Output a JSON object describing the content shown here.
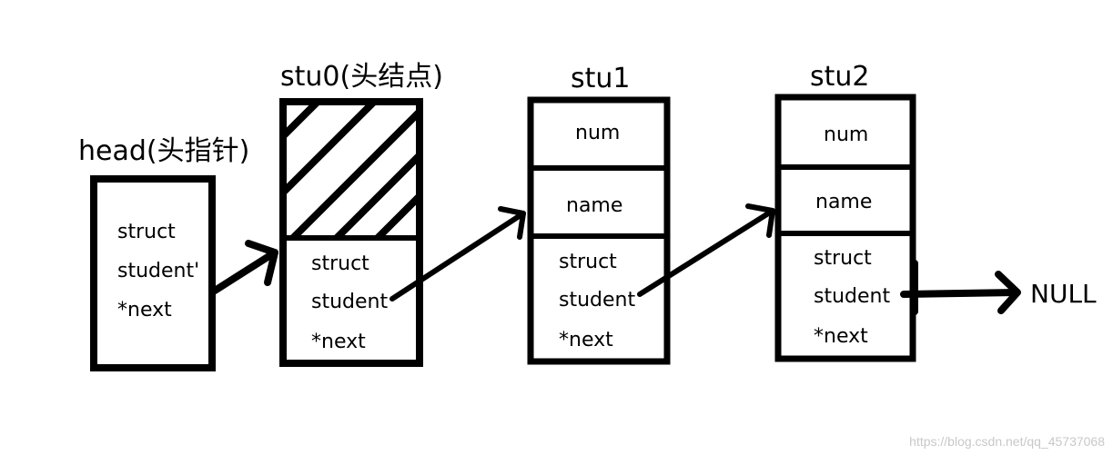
{
  "nodes": {
    "head": {
      "title": "head(头指针)",
      "fields": [
        "struct",
        "student'",
        "*next"
      ]
    },
    "stu0": {
      "title": "stu0(头结点)",
      "fields": [
        "struct",
        "student",
        "*next"
      ]
    },
    "stu1": {
      "title": "stu1",
      "fields": [
        "num",
        "name",
        "struct",
        "student",
        "*next"
      ]
    },
    "stu2": {
      "title": "stu2",
      "fields": [
        "num",
        "name",
        "struct",
        "student",
        "*next"
      ]
    }
  },
  "null_label": "NULL",
  "watermark": "https://blog.csdn.net/qq_45737068"
}
